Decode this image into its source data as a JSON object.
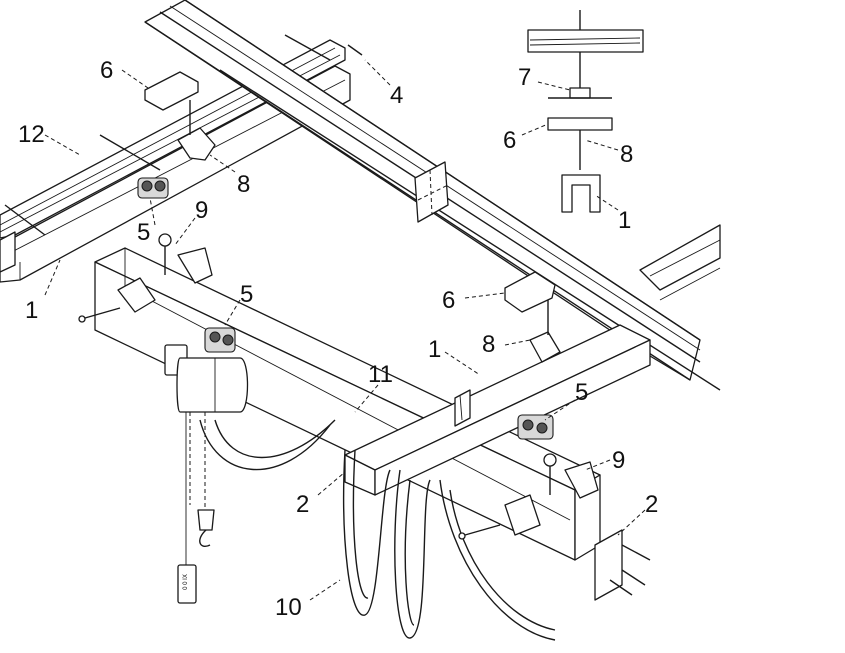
{
  "callouts": {
    "c6a": "6",
    "c4": "4",
    "c12": "12",
    "c8a": "8",
    "c5a": "5",
    "c9a": "9",
    "c1a": "1",
    "c5b": "5",
    "c7": "7",
    "c6b": "6",
    "c8b": "8",
    "c1b": "1",
    "c6c": "6",
    "c8c": "8",
    "c1c": "1",
    "c11": "11",
    "c5c": "5",
    "c9b": "9",
    "c2a": "2",
    "c2b": "2",
    "c10": "10"
  },
  "pendant": {
    "text": "0 0 IX"
  }
}
